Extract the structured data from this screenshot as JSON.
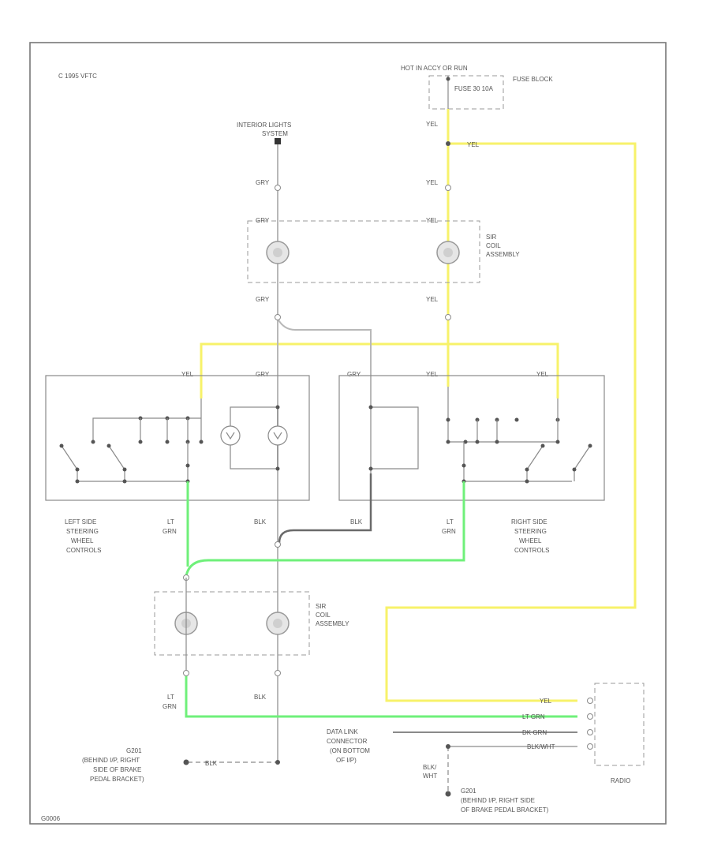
{
  "labels": {
    "copyright": "C 1995 VFTC",
    "hot_source": "HOT IN ACCY OR RUN",
    "fuse": "FUSE 30 10A",
    "fuse_block": "FUSE BLOCK",
    "interior_lights_line1": "INTERIOR LIGHTS",
    "interior_lights_line2": "SYSTEM",
    "sir_coil_upper_1": "SIR",
    "sir_coil_upper_2": "COIL",
    "sir_coil_upper_3": "ASSEMBLY",
    "sir_coil_lower_1": "SIR",
    "sir_coil_lower_2": "COIL",
    "sir_coil_lower_3": "ASSEMBLY",
    "left_controls_1": "LEFT SIDE",
    "left_controls_2": "STEERING",
    "left_controls_3": "WHEEL",
    "left_controls_4": "CONTROLS",
    "right_controls_1": "RIGHT SIDE",
    "right_controls_2": "STEERING",
    "right_controls_3": "WHEEL",
    "right_controls_4": "CONTROLS",
    "ground_left_1": "G201",
    "ground_left_2": "(BEHIND I/P, RIGHT",
    "ground_left_3": "SIDE OF BRAKE",
    "ground_left_4": "PEDAL BRACKET)",
    "ground_right_1": "G201",
    "ground_right_2": "(BEHIND I/P, RIGHT SIDE",
    "ground_right_3": "OF BRAKE PEDAL BRACKET)",
    "dlc_1": "DATA LINK",
    "dlc_2": "CONNECTOR",
    "dlc_3": "(ON BOTTOM",
    "dlc_4": "OF I/P)",
    "radio": "RADIO",
    "fig_id": "G0006"
  },
  "wire_labels": {
    "yel": "YEL",
    "gry": "GRY",
    "blk": "BLK",
    "lt_grn_1": "LT",
    "lt_grn_2": "GRN",
    "lt_grn_full": "LT GRN",
    "dk_grn": "DK GRN",
    "blk_wht_1": "BLK/",
    "blk_wht_2": "WHT",
    "blk_wht_full": "BLK/WHT"
  },
  "colors": {
    "yellow_wire": "#f7f26a",
    "green_wire": "#6ff07a",
    "gray_wire": "#b8b8b8",
    "dark_wire": "#6a6a6a"
  }
}
